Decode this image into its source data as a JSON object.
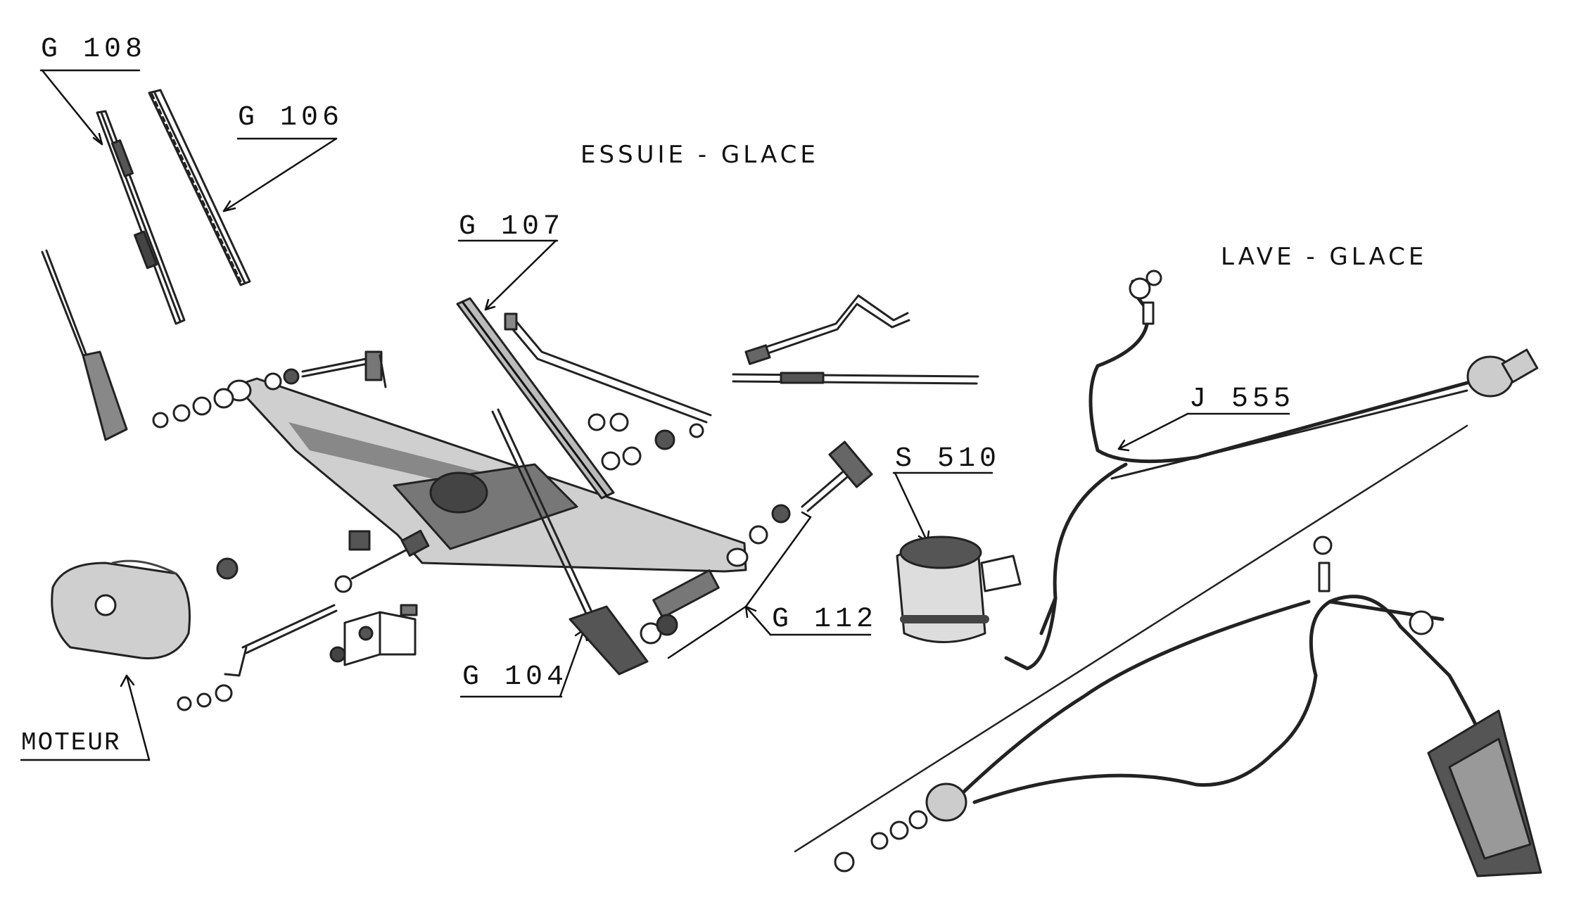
{
  "titles": {
    "wiper": "ESSUIE - GLACE",
    "washer": "LAVE   -   GLACE"
  },
  "callouts": {
    "g108": "G 108",
    "g106": "G 106",
    "g107": "G 107",
    "g104": "G 104",
    "g112": "G 112",
    "j555": "J 555",
    "s510": "S 510",
    "motor": "MOTEUR"
  }
}
